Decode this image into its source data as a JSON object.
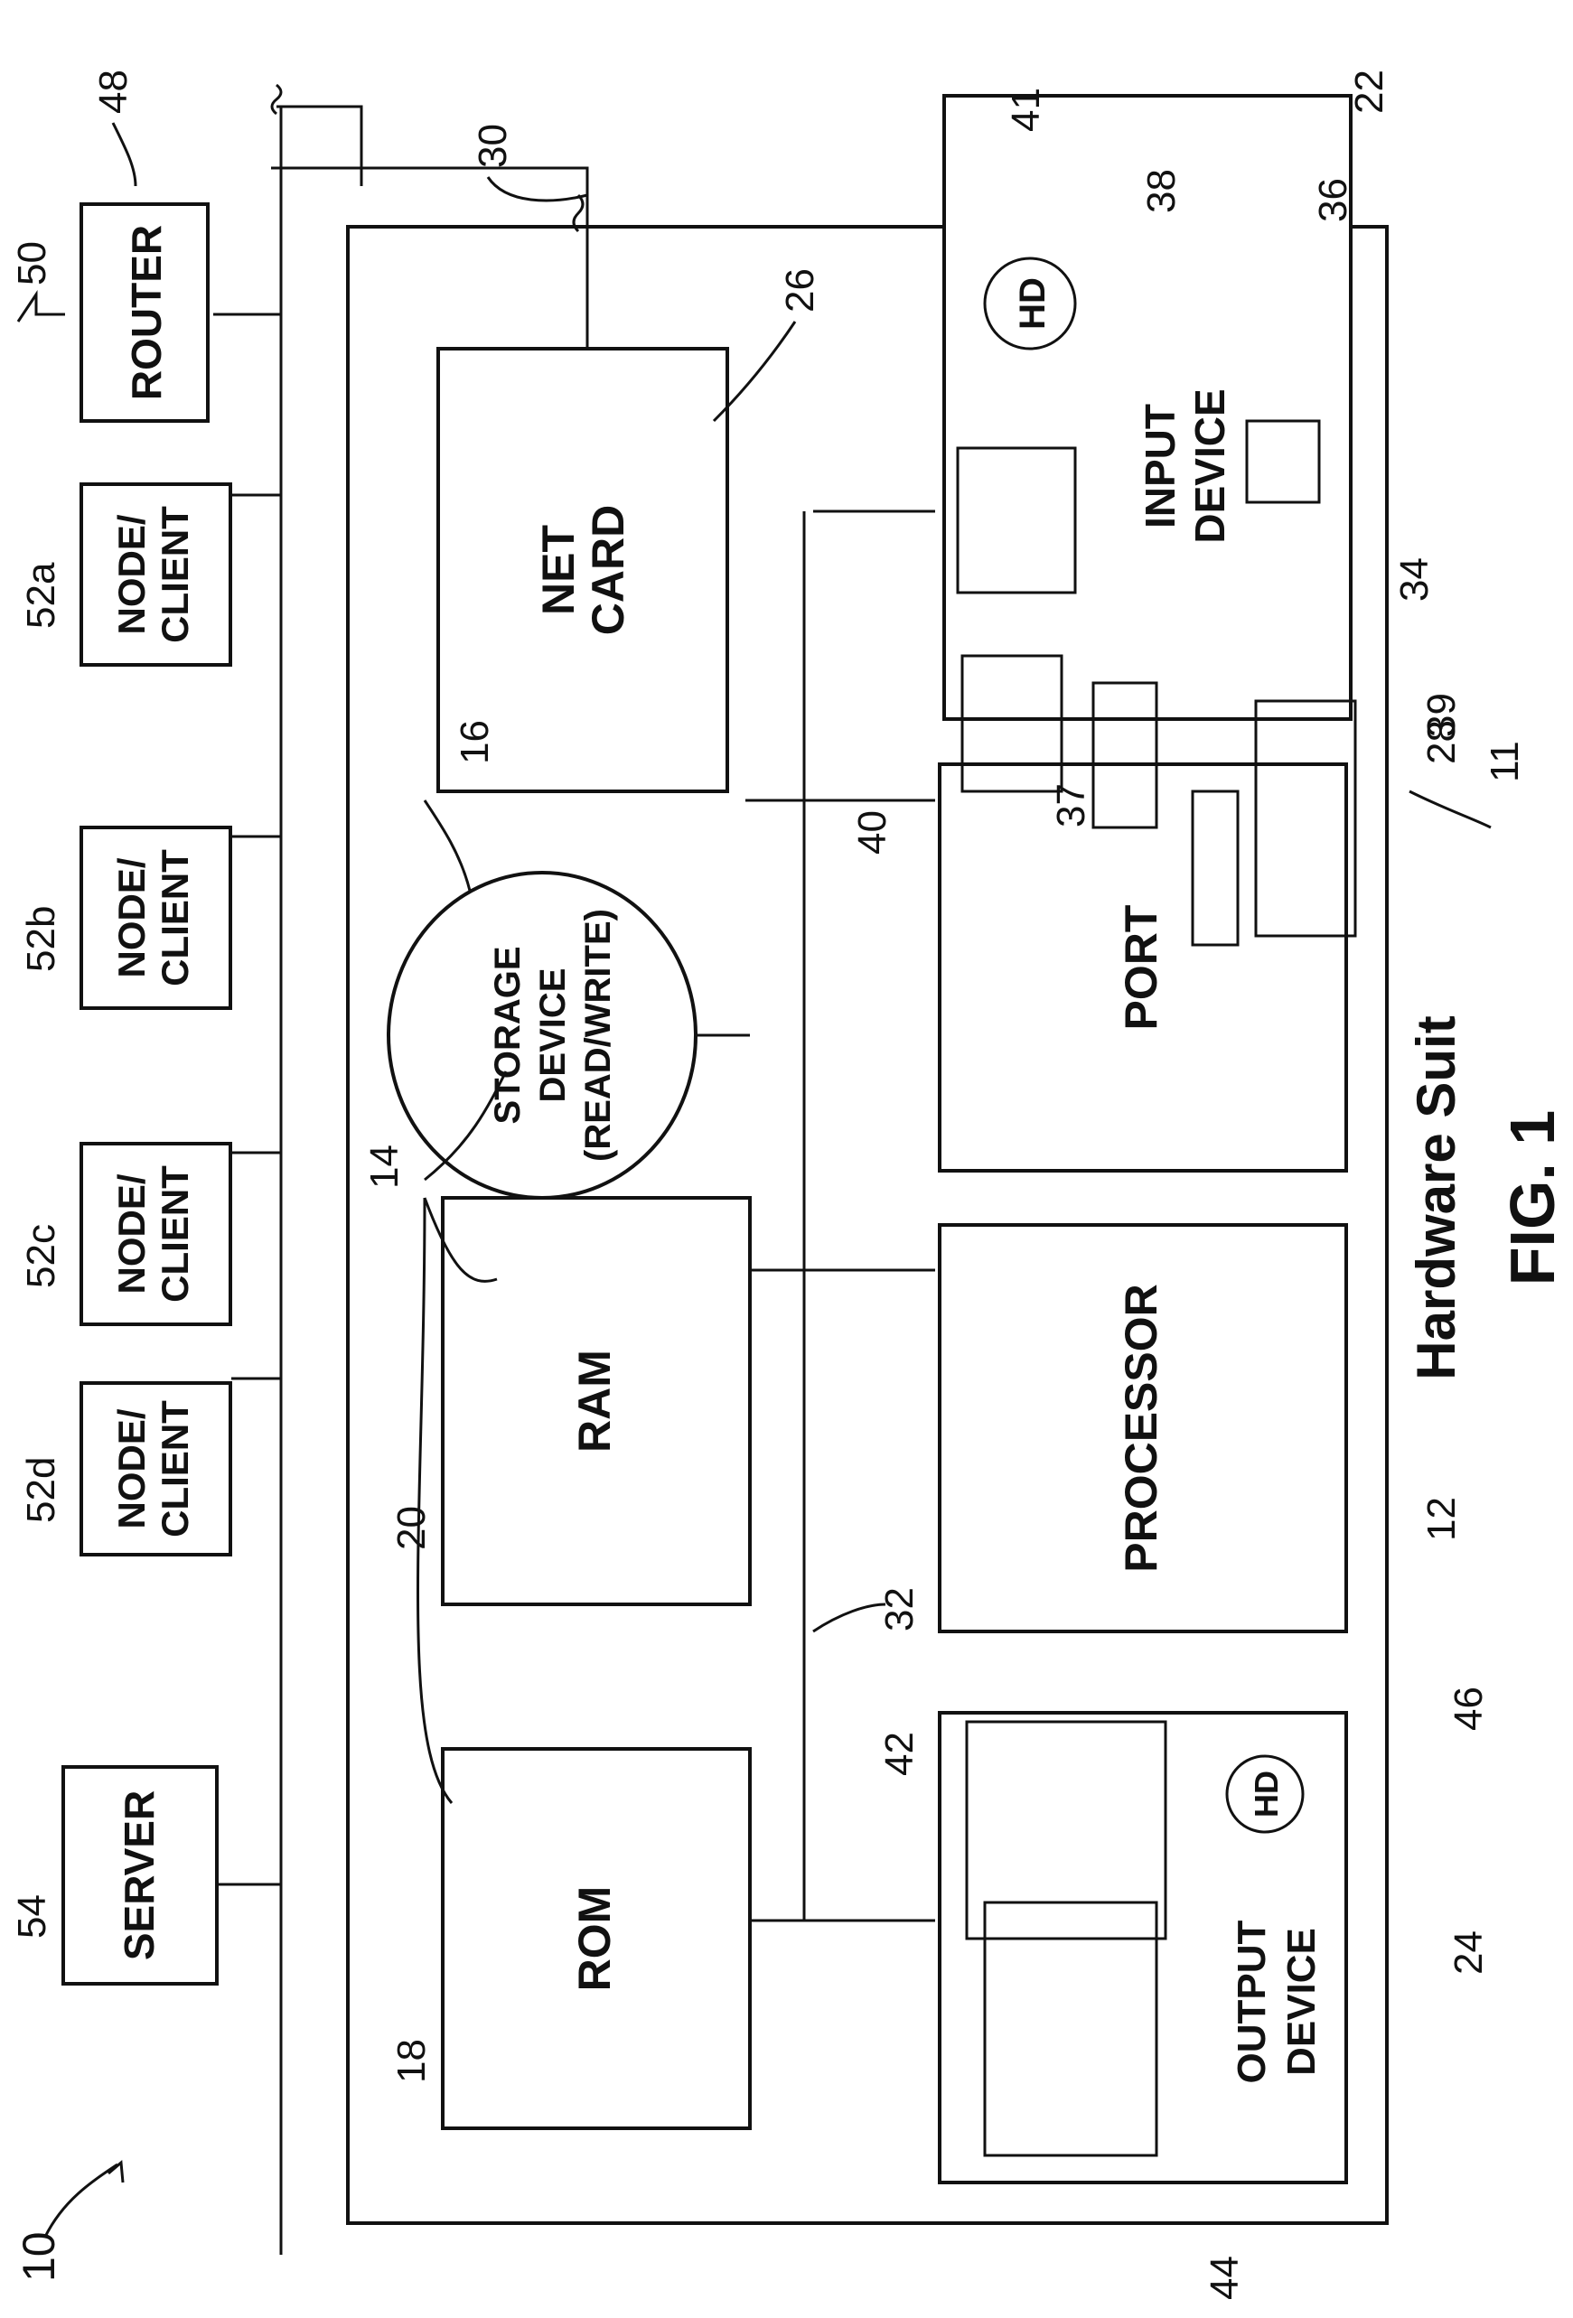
{
  "figure": {
    "caption": "FIG. 1",
    "subtitle": "Hardware Suit",
    "system_ref": "10",
    "suite_ref": "11"
  },
  "network": {
    "router": {
      "label": "ROUTER",
      "ref": "48",
      "link_ref": "50"
    },
    "nodes": [
      {
        "line1": "NODE/",
        "line2": "CLIENT",
        "ref": "52a"
      },
      {
        "line1": "NODE/",
        "line2": "CLIENT",
        "ref": "52b"
      },
      {
        "line1": "NODE/",
        "line2": "CLIENT",
        "ref": "52c"
      },
      {
        "line1": "NODE/",
        "line2": "CLIENT",
        "ref": "52d"
      }
    ],
    "server": {
      "label": "SERVER",
      "ref": "54"
    },
    "cable_ref": "30"
  },
  "components": {
    "net_card": {
      "line1": "NET",
      "line2": "CARD",
      "ref": "26"
    },
    "storage": {
      "line1": "STORAGE",
      "line2": "DEVICE",
      "line3": "(READ/WRITE)",
      "ref": "16"
    },
    "ram": {
      "label": "RAM",
      "ref": "20"
    },
    "rom": {
      "label": "ROM",
      "ref": "18"
    },
    "memory_ref": "14",
    "bus_ref": "32",
    "port": {
      "label": "PORT",
      "ref": "28"
    },
    "processor": {
      "label": "PROCESSOR",
      "ref": "12"
    },
    "input_device": {
      "line1": "INPUT",
      "line2": "DEVICE",
      "ref": "22",
      "hd_label": "HD",
      "hd_ref": "41",
      "monitor_ref": "38",
      "mouse_ref": "36",
      "keyboard_ref": "34",
      "phone_ref": "39",
      "tablet_ref": "37",
      "screen_ref": "40"
    },
    "output_device": {
      "line1": "OUTPUT",
      "line2": "DEVICE",
      "ref": "24",
      "hd_label": "HD",
      "hd_ref": "46",
      "monitor_ref": "42",
      "printer_ref": "44"
    }
  }
}
